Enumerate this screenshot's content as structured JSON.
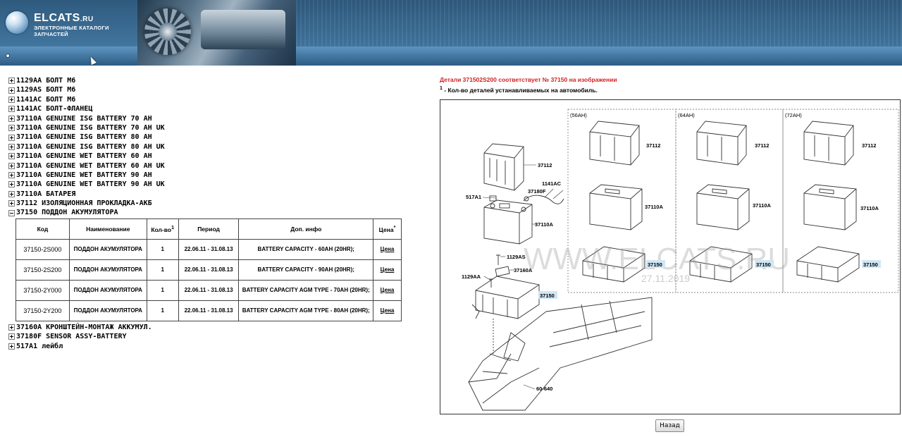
{
  "header": {
    "logo_name": "ELCATS",
    "logo_domain": ".RU",
    "logo_line1": "ЭЛЕКТРОННЫЕ КАТАЛОГИ",
    "logo_line2": "ЗАПЧАСТЕЙ"
  },
  "tree": {
    "items_before": [
      {
        "code": "1129AA",
        "name": "БОЛТ M6"
      },
      {
        "code": "1129AS",
        "name": "БОЛТ M6"
      },
      {
        "code": "1141AC",
        "name": "БОЛТ M6"
      },
      {
        "code": "1141AC",
        "name": "БОЛТ-ФЛАНЕЦ"
      },
      {
        "code": "37110A",
        "name": "GENUINE ISG BATTERY 70 AH"
      },
      {
        "code": "37110A",
        "name": "GENUINE ISG BATTERY 70 AH UK"
      },
      {
        "code": "37110A",
        "name": "GENUINE ISG BATTERY 80 AH"
      },
      {
        "code": "37110A",
        "name": "GENUINE ISG BATTERY 80 AH UK"
      },
      {
        "code": "37110A",
        "name": "GENUINE WET BATTERY 60 AH"
      },
      {
        "code": "37110A",
        "name": "GENUINE WET BATTERY 60 AH UK"
      },
      {
        "code": "37110A",
        "name": "GENUINE WET BATTERY 90 AH"
      },
      {
        "code": "37110A",
        "name": "GENUINE WET BATTERY 90 AH UK"
      },
      {
        "code": "37110A",
        "name": "БАТАРЕЯ"
      },
      {
        "code": "37112",
        "name": "ИЗОЛЯЦИОННАЯ ПРОКЛАДКА-АКБ"
      }
    ],
    "expanded": {
      "code": "37150",
      "name": "ПОДДОН АКУМУЛЯТОРА"
    },
    "items_after": [
      {
        "code": "37160A",
        "name": "КРОНШТЕЙН-МОНТАЖ АККУМУЛ."
      },
      {
        "code": "37180F",
        "name": "SENSOR ASSY-BATTERY"
      },
      {
        "code": "517A1",
        "name": "лейбл"
      }
    ]
  },
  "table": {
    "headers": {
      "code": "Код",
      "name": "Наименование",
      "qty": "Кол-во",
      "qty_sup": "1",
      "period": "Период",
      "info": "Доп. инфо",
      "price": "Цена",
      "price_sup": "*"
    },
    "rows": [
      {
        "code": "37150-2S000",
        "name": "ПОДДОН АКУМУЛЯТОРА",
        "qty": "1",
        "period": "22.06.11 - 31.08.13",
        "info": "BATTERY CAPACITY - 60AH (20HR);",
        "price": "Цена"
      },
      {
        "code": "37150-2S200",
        "name": "ПОДДОН АКУМУЛЯТОРА",
        "qty": "1",
        "period": "22.06.11 - 31.08.13",
        "info": "BATTERY CAPACITY - 90AH (20HR);",
        "price": "Цена"
      },
      {
        "code": "37150-2Y000",
        "name": "ПОДДОН АКУМУЛЯТОРА",
        "qty": "1",
        "period": "22.06.11 - 31.08.13",
        "info": "BATTERY CAPACITY AGM TYPE - 70AH (20HR);",
        "price": "Цена"
      },
      {
        "code": "37150-2Y200",
        "name": "ПОДДОН АКУМУЛЯТОРА",
        "qty": "1",
        "period": "22.06.11 - 31.08.13",
        "info": "BATTERY CAPACITY AGM TYPE - 80AH (20HR);",
        "price": "Цена"
      }
    ]
  },
  "notes": {
    "detail_match": "Детали 371502S200 соответствует № 37150 на изображении",
    "qty_sup": "1",
    "qty_note": " - Кол-во деталей устанавливаемых на автомобиль."
  },
  "diagram": {
    "watermark": "WWW.ELCATS.RU",
    "watermark_date": "27.11.2019",
    "sections": [
      "(56AH)",
      "(64AH)",
      "(72AH)"
    ],
    "labels": {
      "tray_cover": "37112",
      "battery": "37110A",
      "tray": "37150",
      "bolt_1141": "1141AC",
      "sensor": "37180F",
      "label": "517A1",
      "bolt_1129as": "1129AS",
      "bracket": "37160A",
      "bolt_1129aa": "1129AA",
      "frame": "60-640"
    }
  },
  "back_button": "Назад"
}
